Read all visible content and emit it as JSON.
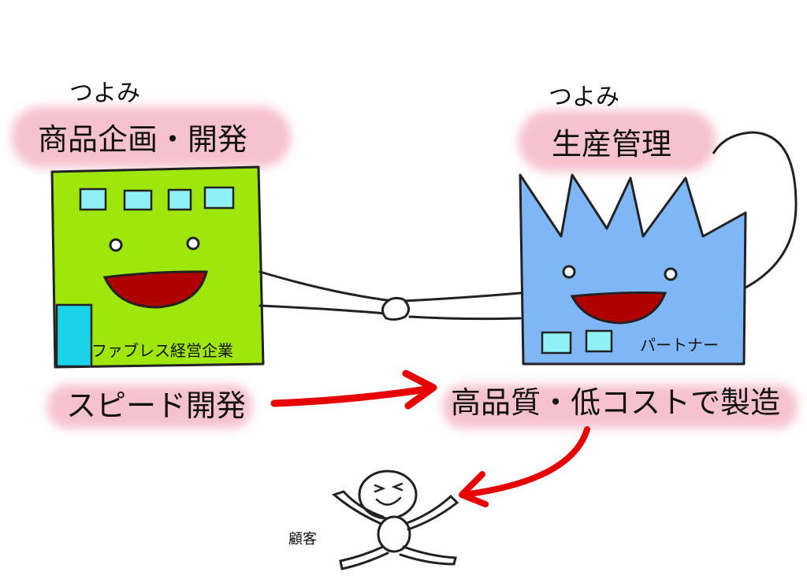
{
  "left_party": {
    "strength_label": "つよみ",
    "strength": "商品企画・開発",
    "name": "ファブレス経営企業",
    "output": "スピード開発",
    "color": "#9fe60a"
  },
  "right_party": {
    "strength_label": "つよみ",
    "strength": "生産管理",
    "name": "パートナー",
    "output": "高品質・低コストで製造",
    "color": "#7fb6f5"
  },
  "customer": {
    "label": "顧客"
  },
  "colors": {
    "highlight": "#f6c2cf",
    "arrow": "#e60000",
    "window": "#8ff0f5",
    "mouth": "#b00000"
  }
}
